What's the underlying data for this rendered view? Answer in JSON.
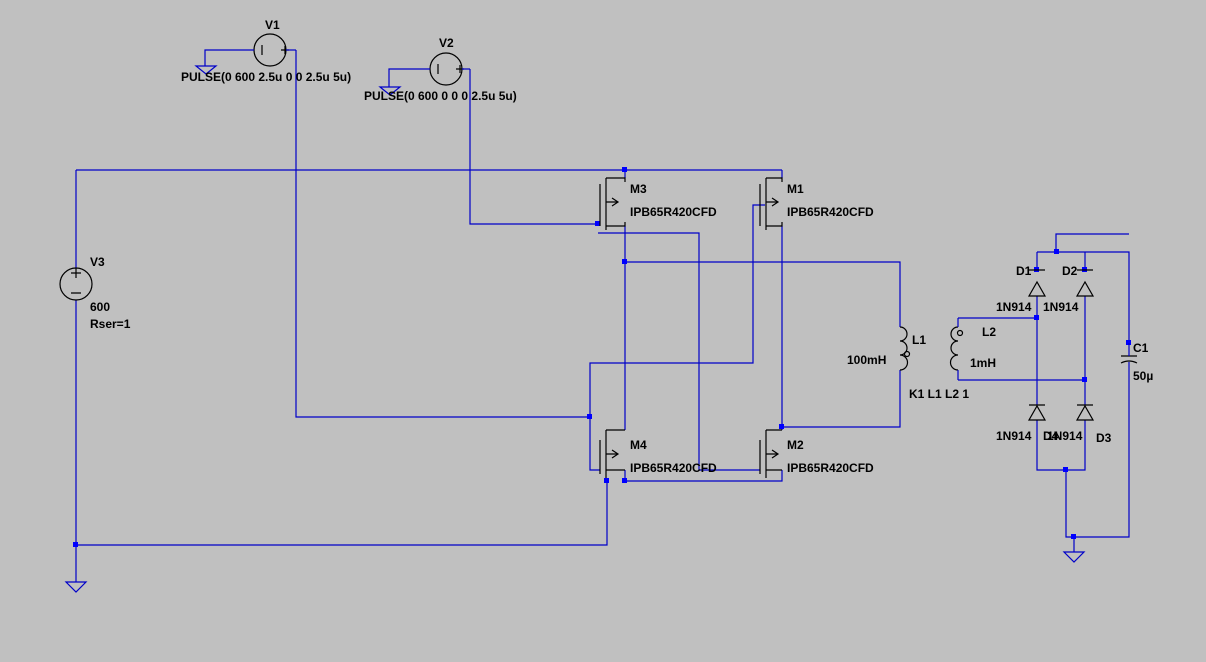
{
  "schematic": {
    "colors": {
      "background": "#c0c0c0",
      "wire": "#0000c8",
      "junction": "#0000ff",
      "component": "#000000"
    },
    "sources": [
      {
        "ref": "V1",
        "value": "PULSE(0 600 2.5u 0 0 2.5u 5u)"
      },
      {
        "ref": "V2",
        "value": "PULSE(0 600 0 0 0 2.5u 5u)"
      },
      {
        "ref": "V3",
        "value": "600",
        "param": "Rser=1"
      }
    ],
    "mosfets": [
      {
        "ref": "M1",
        "model": "IPB65R420CFD"
      },
      {
        "ref": "M2",
        "model": "IPB65R420CFD"
      },
      {
        "ref": "M3",
        "model": "IPB65R420CFD"
      },
      {
        "ref": "M4",
        "model": "IPB65R420CFD"
      }
    ],
    "inductors": [
      {
        "ref": "L1",
        "value": "100mH"
      },
      {
        "ref": "L2",
        "value": "1mH"
      }
    ],
    "coupling": "K1 L1 L2 1",
    "diodes": [
      {
        "ref": "D1",
        "model": "1N914"
      },
      {
        "ref": "D2",
        "model": "1N914"
      },
      {
        "ref": "D3",
        "model": "1N914"
      },
      {
        "ref": "D4",
        "model": "1N914"
      }
    ],
    "capacitor": {
      "ref": "C1",
      "value": "50µ"
    }
  }
}
